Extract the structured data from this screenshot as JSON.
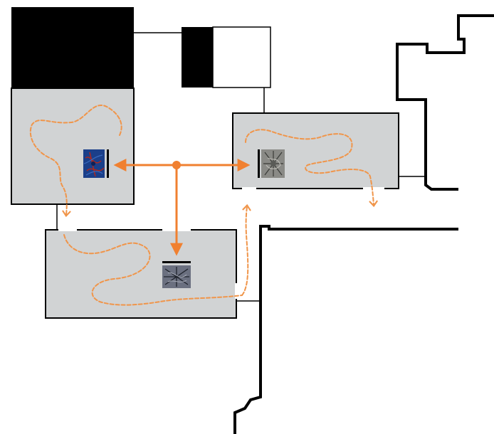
{
  "colors": {
    "room": "#d1d3d4",
    "wall": "#000000",
    "path": "#f0954a",
    "arrow": "#f08030",
    "block": "#000000"
  },
  "artworks": [
    {
      "id": "blue-abstract-painting",
      "palette": [
        "#1b3f8a",
        "#3a6bc0",
        "#b0281c",
        "#0d2258"
      ]
    },
    {
      "id": "grey-abstract-painting",
      "palette": [
        "#8a8a86",
        "#5a5b57",
        "#b9b8b2",
        "#3a3b37"
      ]
    },
    {
      "id": "dark-abstract-painting",
      "palette": [
        "#3c4250",
        "#6b7080",
        "#a7acb8",
        "#1f232c"
      ]
    }
  ]
}
